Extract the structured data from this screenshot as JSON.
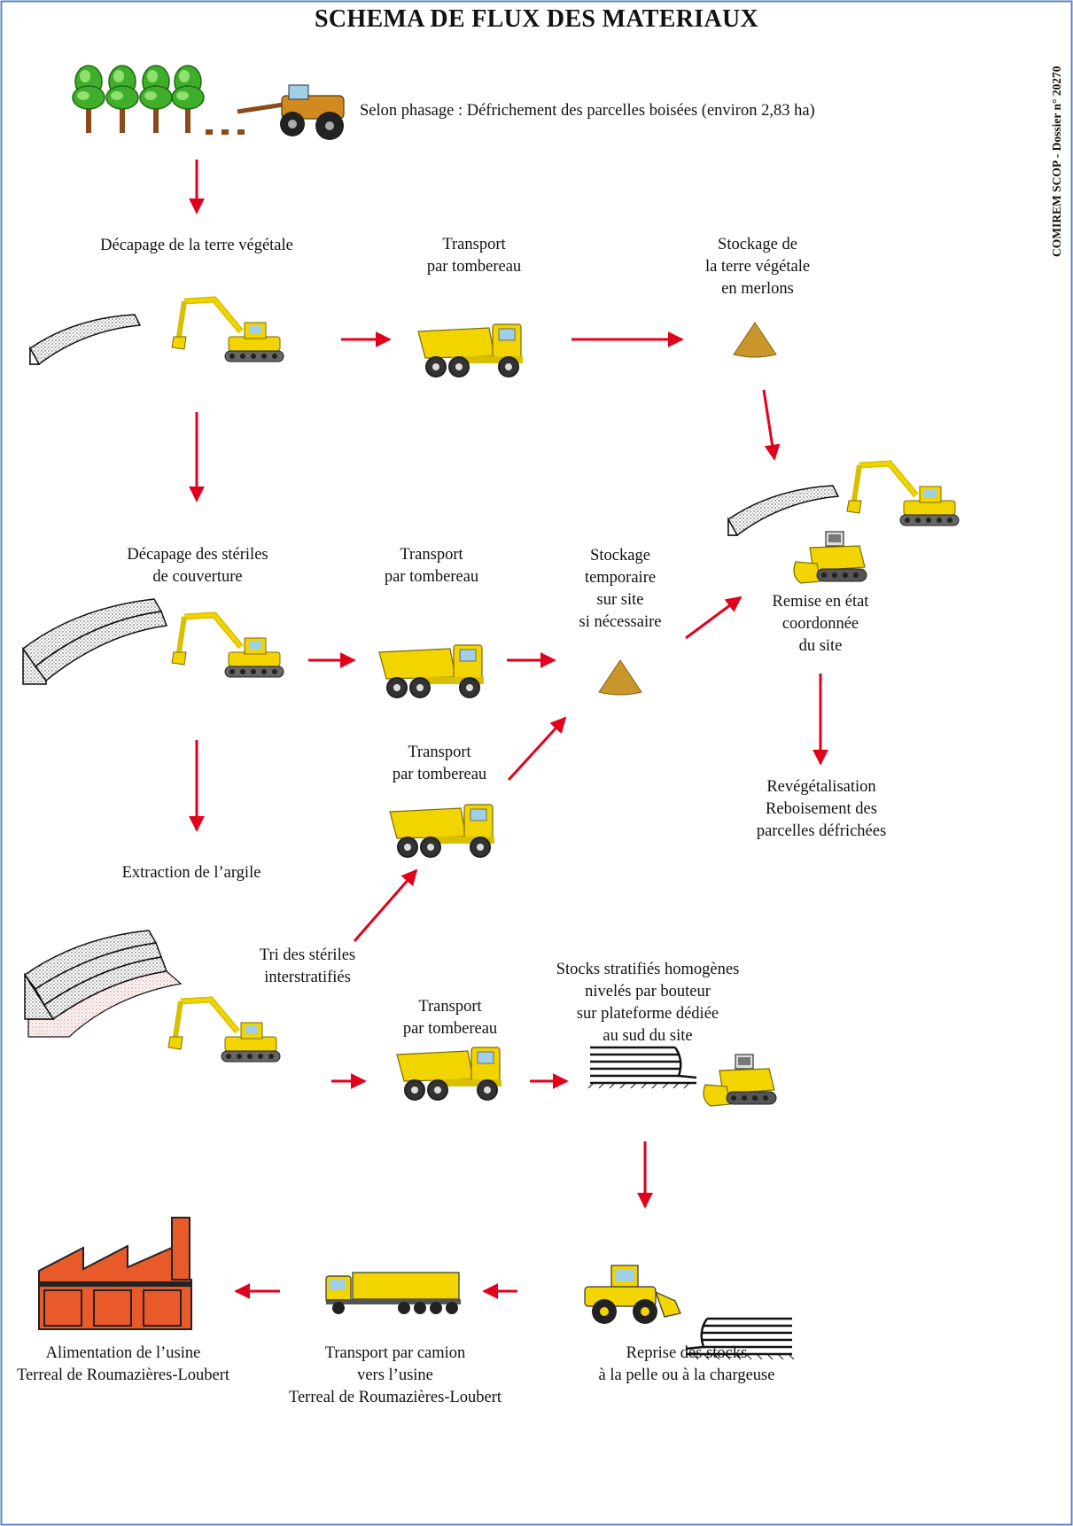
{
  "title": "SCHEMA DE FLUX DES MATERIAUX",
  "side_note": "COMIREM SCOP - Dossier n° 20270",
  "labels": {
    "defrichement": "Selon phasage : Défrichement des parcelles boisées (environ 2,83 ha)",
    "decapage_terre": "Décapage de la terre végétale",
    "transport_1": "Transport\npar tombereau",
    "stockage_terre": "Stockage de\nla terre végétale\nen merlons",
    "decapage_steriles": "Décapage des stériles\nde couverture",
    "transport_2": "Transport\npar tombereau",
    "stockage_temp": "Stockage\ntemporaire\nsur site\nsi nécessaire",
    "remise_etat": "Remise en état\ncoordonnée\ndu site",
    "transport_3": "Transport\npar tombereau",
    "revegetalisation": "Revégétalisation\nReboisement des\nparcelles défrichées",
    "extraction": "Extraction de l’argile",
    "tri": "Tri des stériles\ninterstratifiés",
    "transport_4": "Transport\npar tombereau",
    "stocks_strat": "Stocks stratifiés homogènes\nnivelés par bouteur\nsur plateforme dédiée\nau sud du site",
    "alimentation": "Alimentation de l’usine\nTerreal de Roumazières-Loubert",
    "transport_camion": "Transport par camion\nvers l’usine\nTerreal de Roumazières-Loubert",
    "reprise": "Reprise des stocks\nà la pelle ou à la chargeuse"
  },
  "icons": [
    "tree-icon",
    "forestry-machine-icon",
    "excavator-icon",
    "dump-truck-icon",
    "soil-pile-icon",
    "soil-layer-icon",
    "bulldozer-icon",
    "wheel-loader-icon",
    "stratified-stock-icon",
    "road-truck-icon",
    "factory-icon"
  ],
  "colors": {
    "frame": "#5a84c4",
    "arrow": "#e3001b",
    "machine_yellow": "#f2d400",
    "pile_ochre": "#c8962a",
    "tree_green": "#3fae2a",
    "factory_red": "#e85a2a"
  }
}
